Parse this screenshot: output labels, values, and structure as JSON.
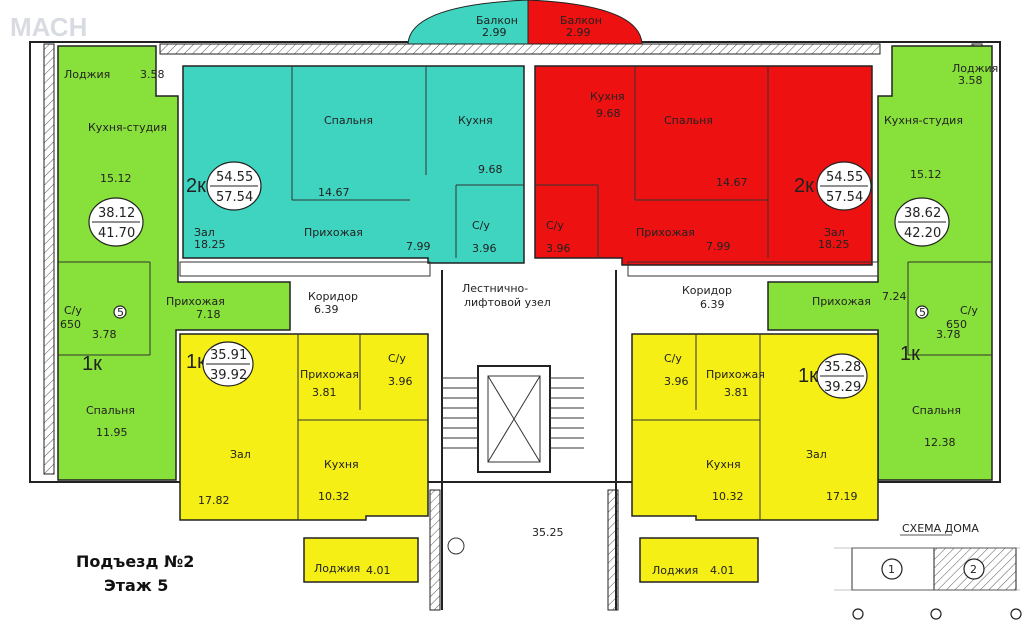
{
  "watermark": "МАСН",
  "caption": {
    "entrance": "Подъезд №2",
    "floor": "Этаж 5"
  },
  "scheme": {
    "title": "СХЕМА ДОМА",
    "sections": [
      "1",
      "2"
    ]
  },
  "balconies": {
    "left": {
      "name": "Балкон",
      "area": "2.99"
    },
    "right": {
      "name": "Балкон",
      "area": "2.99"
    }
  },
  "apt_2k_left": {
    "rooms": "2к",
    "living": "54.55",
    "total": "57.54",
    "spalnya": "Спальня",
    "spalnya_area": "14.67",
    "kuhnya": "Кухня",
    "kuhnya_area": "9.68",
    "zal": "Зал",
    "zal_area": "18.25",
    "prihozh": "Прихожая",
    "prihozh_area": "7.99",
    "su": "С/у",
    "su_area": "3.96"
  },
  "apt_2k_right": {
    "rooms": "2к",
    "living": "54.55",
    "total": "57.54",
    "spalnya": "Спальня",
    "spalnya_area": "14.67",
    "kuhnya": "Кухня",
    "kuhnya_area": "9.68",
    "zal": "Зал",
    "zal_area": "18.25",
    "prihozh": "Прихожая",
    "prihozh_area": "7.99",
    "su": "С/у",
    "su_area": "3.96"
  },
  "apt_1k_green_left": {
    "rooms": "1к",
    "living": "38.12",
    "total": "41.70",
    "lodzhia": "Лоджия",
    "lodzhia_area": "3.58",
    "kuhnya": "Кухня-студия",
    "kuhnya_area": "15.12",
    "su": "С/у",
    "su_area": "3.78",
    "su_w": "650",
    "mark": "5",
    "prihozh": "Прихожая",
    "prihozh_area": "7.18",
    "spalnya": "Спальня",
    "spalnya_area": "11.95"
  },
  "apt_1k_green_right": {
    "rooms": "1к",
    "living": "38.62",
    "total": "42.20",
    "lodzhia": "Лоджия",
    "lodzhia_area": "3.58",
    "kuhnya": "Кухня-студия",
    "kuhnya_area": "15.12",
    "su": "С/у",
    "su_area": "3.78",
    "su_w": "650",
    "mark": "5",
    "prihozh": "Прихожая",
    "prihozh_area": "7.24",
    "spalnya": "Спальня",
    "spalnya_area": "12.38"
  },
  "apt_1k_yellow_left": {
    "rooms": "1к",
    "living": "35.91",
    "total": "39.92",
    "prihozh": "Прихожая",
    "prihozh_area": "3.81",
    "su": "С/у",
    "su_area": "3.96",
    "zal": "Зал",
    "zal_area": "17.82",
    "kuhnya": "Кухня",
    "kuhnya_area": "10.32",
    "lodzhia": "Лоджия",
    "lodzhia_area": "4.01"
  },
  "apt_1k_yellow_right": {
    "rooms": "1к",
    "living": "35.28",
    "total": "39.29",
    "prihozh": "Прихожая",
    "prihozh_area": "3.81",
    "su": "С/у",
    "su_area": "3.96",
    "zal": "Зал",
    "zal_area": "17.19",
    "kuhnya": "Кухня",
    "kuhnya_area": "10.32",
    "lodzhia": "Лоджия",
    "lodzhia_area": "4.01"
  },
  "common": {
    "koridor": "Коридор",
    "koridor_left_area": "6.39",
    "koridor_right_area": "6.39",
    "stair_1": "Лестнично-",
    "stair_2": "лифтовой узел",
    "stair_area": "35.25"
  },
  "colors": {
    "teal": "#3fd4c0",
    "red": "#ee1111",
    "green": "#88e03a",
    "yellow": "#f5ef16"
  }
}
